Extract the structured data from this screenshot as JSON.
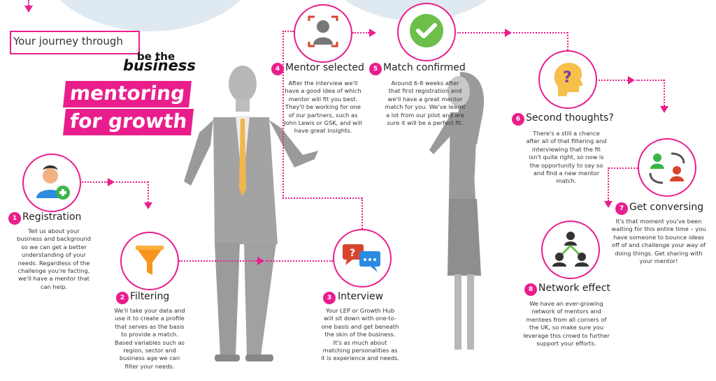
{
  "header": {
    "journey_label": "Your journey through",
    "brand_small": "be the",
    "brand_large": "business",
    "banner_line1": "mentoring",
    "banner_line2": "for growth"
  },
  "colors": {
    "accent": "#e91e8c",
    "figure_gray": "#9e9e9e",
    "bubble": "#dfe9f1"
  },
  "steps": [
    {
      "number": "1",
      "title": "Registration",
      "icon": "user-add-icon",
      "text": "Tell us about your business and background so we can get a better understanding of your needs. Regardless of the challenge you're facting, we'll have a mentor that can help."
    },
    {
      "number": "2",
      "title": "Filtering",
      "icon": "funnel-icon",
      "text": "We'll take your data and use it to create a profile that serves as the basis to provide a match. Based variables such as region, sector and business age we can filter your needs."
    },
    {
      "number": "3",
      "title": "Interview",
      "icon": "chat-bubbles-icon",
      "text": "Your LEP or Growth Hub will sit down with one-to-one basis and get beneath the skin of the business. It's as much about matching personalities as it is experience and needs."
    },
    {
      "number": "4",
      "title": "Mentor selected",
      "icon": "profile-frame-icon",
      "text": "After the interview we'll have a good idea of which mentor will fit you best. They'll be working for one of our partners, such as John Lewis or GSK, and will have great insights."
    },
    {
      "number": "5",
      "title": "Match confirmed",
      "icon": "checkmark-badge-icon",
      "text": "Around 6-8 weeks after that first registration and we'll have a great mentor match for you. We've learnt a lot from our pilot and are sure it will be a perfect fit."
    },
    {
      "number": "6",
      "title": "Second thoughts?",
      "icon": "question-head-icon",
      "text": "There's a still a chance after all of that filtering and interviewing that the fit isn't quite right, so now is the opportunity to say so and find a new mentor match."
    },
    {
      "number": "7",
      "title": "Get conversing",
      "icon": "exchange-people-icon",
      "text": "It's that moment you've been waiting for this entire time – you have someone to bounce ideas off of and challenge your way of doing things. Get sharing with your mentor!"
    },
    {
      "number": "8",
      "title": "Network effect",
      "icon": "network-people-icon",
      "text": "We have an ever-growing network of mentors and mentees from all corners of the UK, so make sure you leverage this crowd to further support your efforts."
    }
  ]
}
